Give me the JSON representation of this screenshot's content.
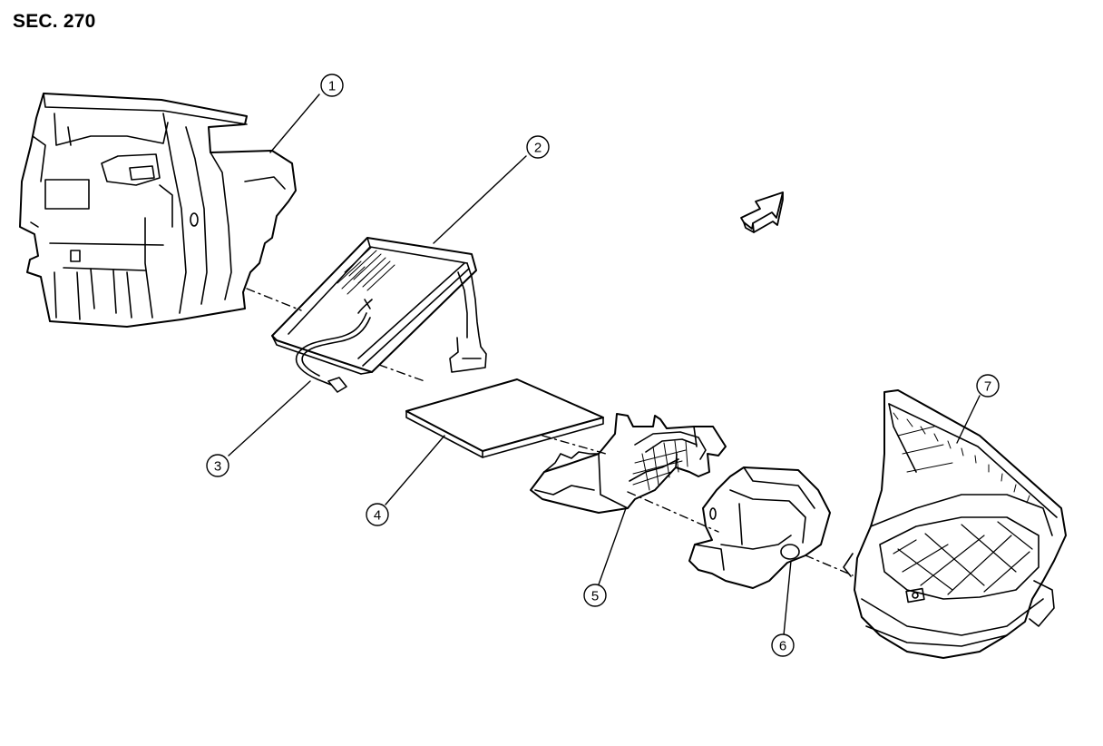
{
  "section_title": "SEC. 270",
  "callouts": [
    "1",
    "2",
    "3",
    "4",
    "5",
    "6",
    "7"
  ],
  "colors": {
    "line": "#000000",
    "background": "#ffffff"
  },
  "icons": {
    "front_indicator": "front-arrow-icon"
  }
}
